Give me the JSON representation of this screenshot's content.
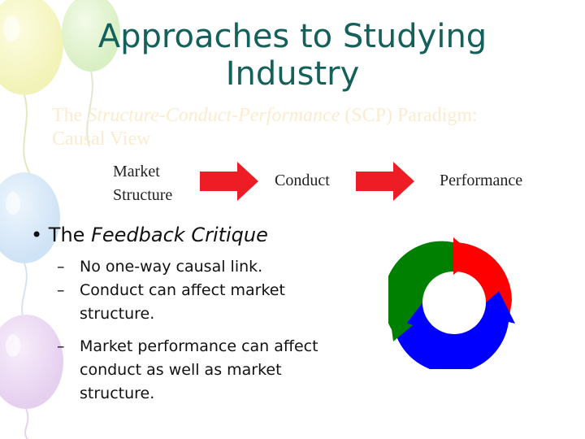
{
  "title": {
    "line1": "Approaches to Studying",
    "line2": "Industry"
  },
  "scp_heading": {
    "prefix": "The",
    "italic": "Structure-Conduct-Performance",
    "suffix": "(SCP) Paradigm:",
    "line2": "Causal View"
  },
  "scp_chain": {
    "market_line1": "Market",
    "market_line2": "Structure",
    "conduct": "Conduct",
    "performance": "Performance"
  },
  "feedback": {
    "bullet": "•",
    "prefix": "The",
    "italic": "Feedback Critique",
    "dash": "–",
    "items": [
      "No one-way causal link.",
      "Conduct can affect market structure.",
      "Market performance can affect conduct as well as market structure."
    ]
  },
  "colors": {
    "title": "#14605a",
    "arrow_red": "#ee1c25",
    "cycle_red": "#ff0000",
    "cycle_green": "#008000",
    "cycle_blue": "#0000ff",
    "faded_text": "#fbeccf"
  },
  "icons": [
    "balloon-icon",
    "right-arrow-icon",
    "cycle-arrows-icon"
  ]
}
